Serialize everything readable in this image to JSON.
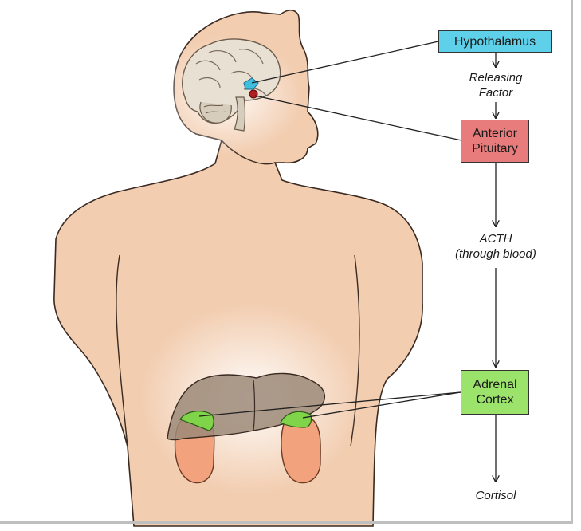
{
  "boxes": {
    "hypothalamus": {
      "text": "Hypothalamus",
      "fill": "#5fd0ea"
    },
    "anterior_pituitary": {
      "line1": "Anterior",
      "line2": "Pituitary",
      "fill": "#e87b7b"
    },
    "adrenal_cortex": {
      "line1": "Adrenal",
      "line2": "Cortex",
      "fill": "#9be36b"
    }
  },
  "labels": {
    "releasing_factor": {
      "line1": "Releasing",
      "line2": "Factor"
    },
    "acth": {
      "line1": "ACTH",
      "line2": "(through blood)"
    },
    "cortisol": "Cortisol"
  },
  "colors": {
    "skin": "#f2cdb0",
    "skin_outline": "#3a2a22",
    "brain": "#e8e0d2",
    "hypothalamus_marker": "#3fbfe0",
    "pituitary_marker": "#b02020",
    "liver": "#9c8a78",
    "kidney": "#f2a27c",
    "adrenal": "#7fd44a",
    "arrow": "#222222"
  }
}
